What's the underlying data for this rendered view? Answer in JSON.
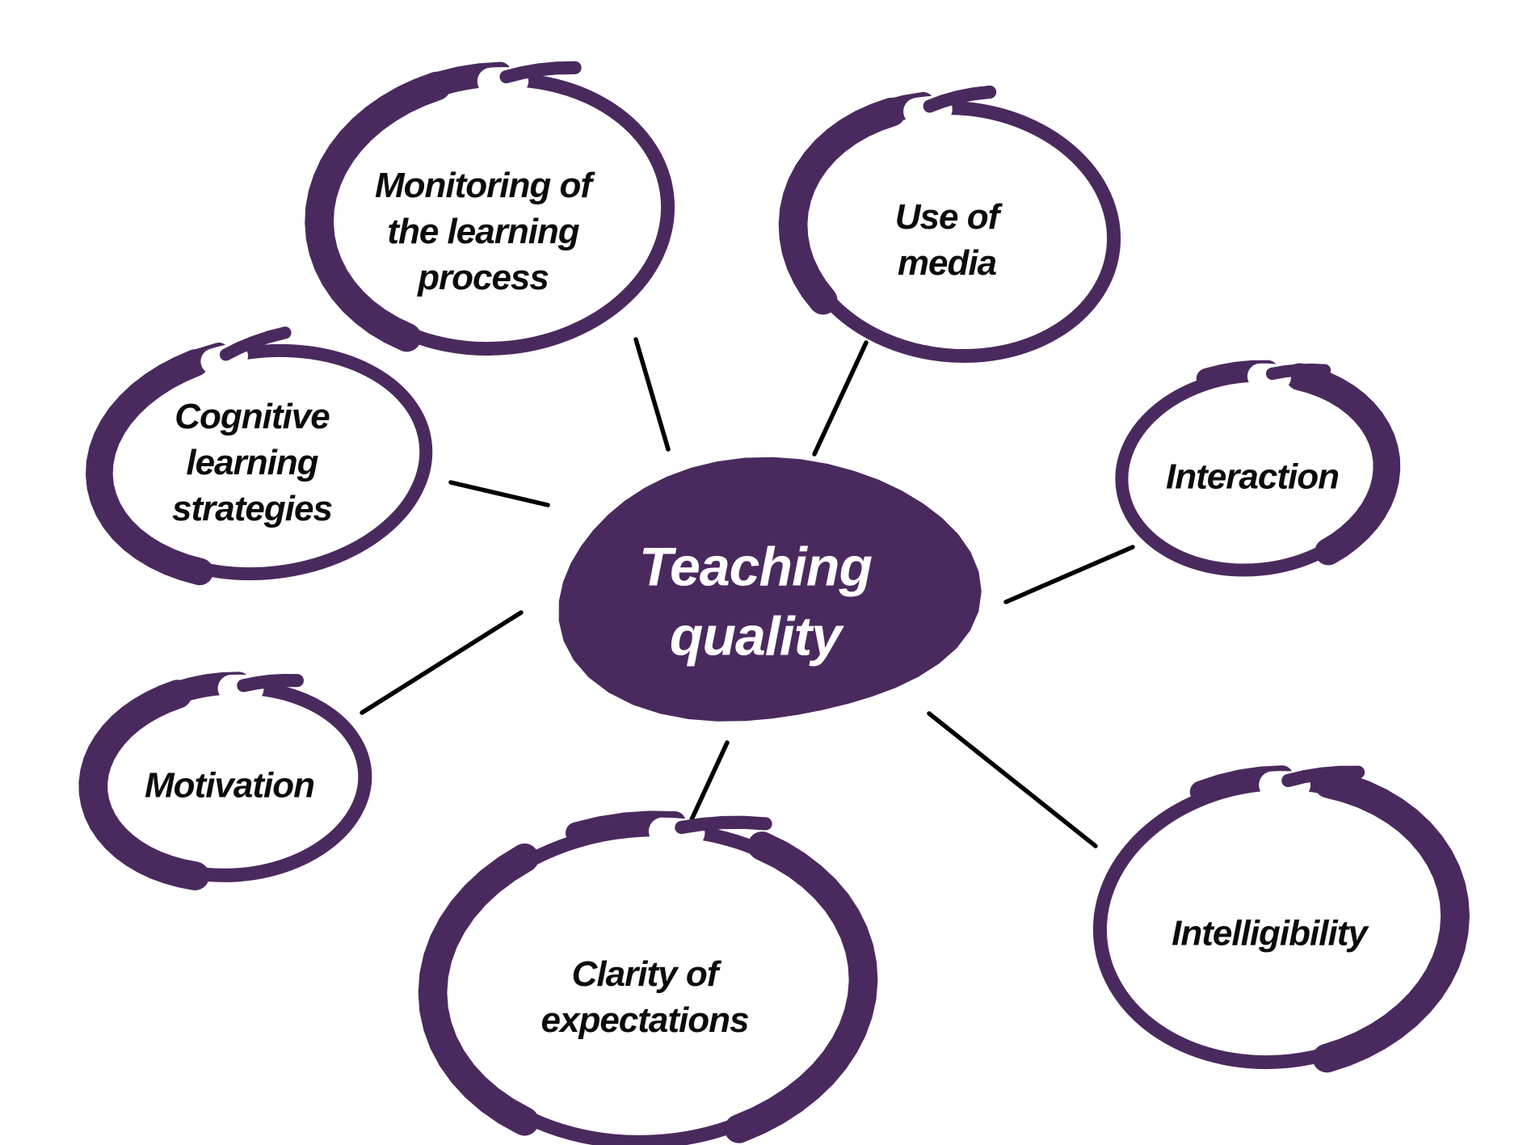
{
  "diagram": {
    "center": {
      "lines": [
        "Teaching",
        "quality"
      ]
    },
    "nodes": [
      {
        "id": "monitoring",
        "label": "Monitoring of the learning process",
        "lines": [
          "Monitoring of",
          "the learning",
          "process"
        ]
      },
      {
        "id": "use-of-media",
        "label": "Use of media",
        "lines": [
          "Use of",
          "media"
        ]
      },
      {
        "id": "cognitive",
        "label": "Cognitive learning strategies",
        "lines": [
          "Cognitive",
          "learning",
          "strategies"
        ]
      },
      {
        "id": "interaction",
        "label": "Interaction",
        "lines": [
          "Interaction"
        ]
      },
      {
        "id": "motivation",
        "label": "Motivation",
        "lines": [
          "Motivation"
        ]
      },
      {
        "id": "clarity",
        "label": "Clarity of expectations",
        "lines": [
          "Clarity of",
          "expectations"
        ]
      },
      {
        "id": "intelligibility",
        "label": "Intelligibility",
        "lines": [
          "Intelligibility"
        ]
      }
    ]
  },
  "colors": {
    "purple": "#4a2a5e",
    "connector_black": "#000000",
    "node_text": "#0b0b0b",
    "center_text": "#ffffff",
    "background": "#ffffff"
  }
}
